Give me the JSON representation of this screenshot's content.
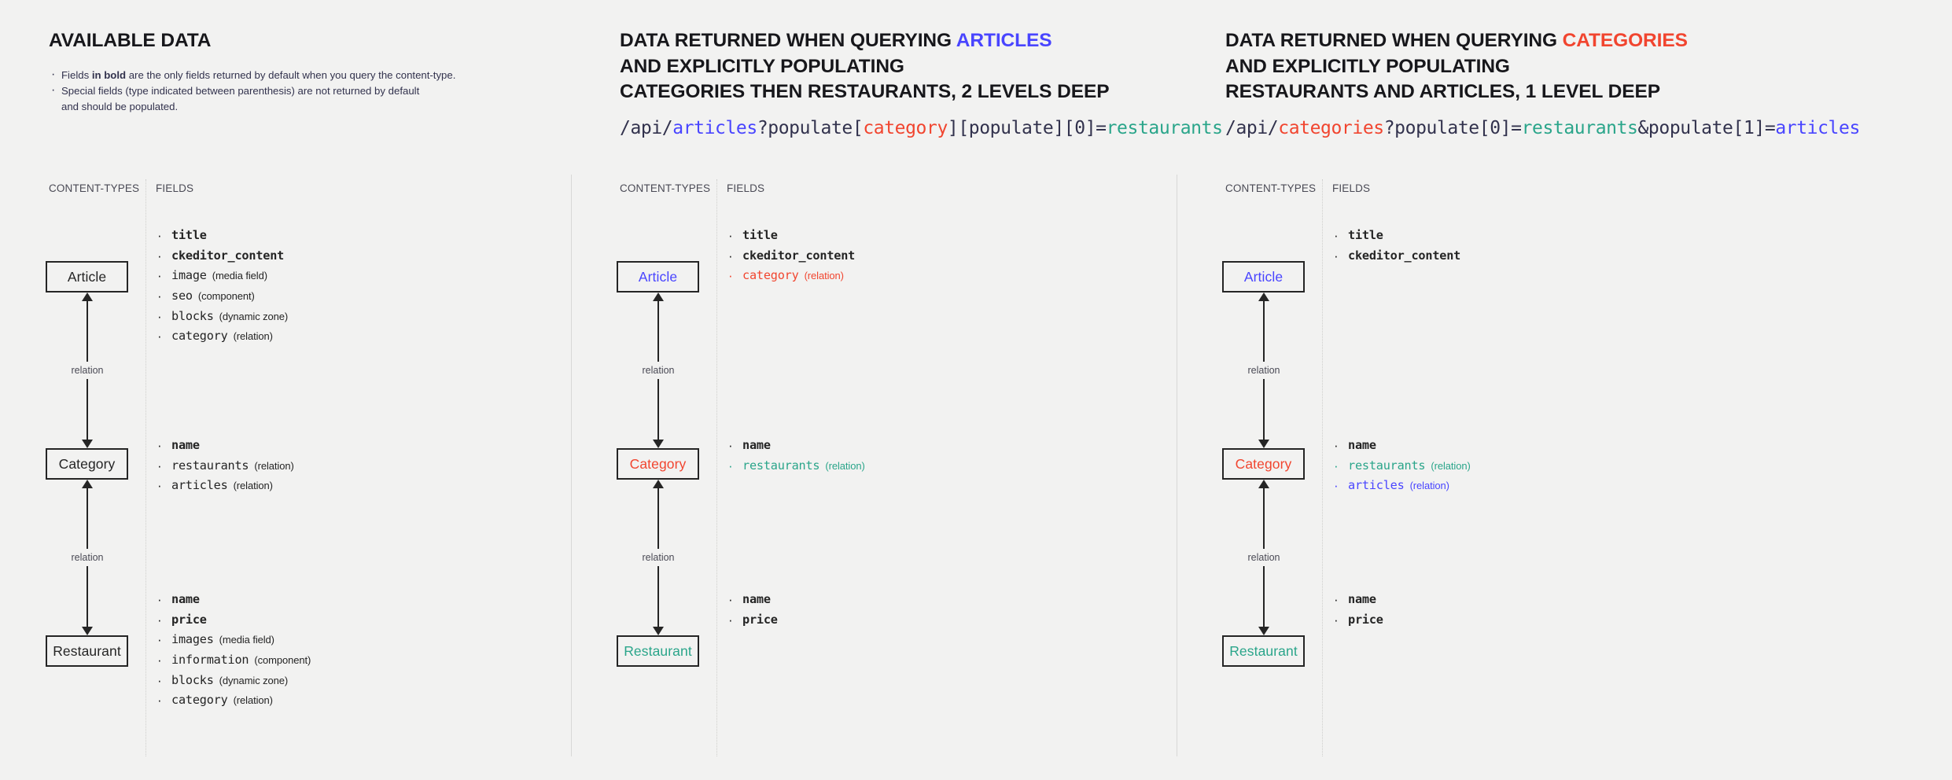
{
  "colors": {
    "background": "#f2f2f1",
    "ink": "#252525",
    "blue": "#4945ff",
    "red": "#f1452f",
    "green": "#2aa58a",
    "muted": "#4a4a55"
  },
  "column_labels": {
    "content_types": "CONTENT-TYPES",
    "fields": "FIELDS"
  },
  "relation_label": "relation",
  "panels": [
    {
      "id": "available-data",
      "heading_lines": [
        [
          {
            "text": "AVAILABLE DATA",
            "color": "default"
          }
        ]
      ],
      "notes": [
        {
          "parts": [
            {
              "text": "Fields ",
              "bold": false
            },
            {
              "text": "in bold",
              "bold": true
            },
            {
              "text": " are the only fields returned by default when you query the content-type.",
              "bold": false
            }
          ]
        },
        {
          "parts": [
            {
              "text": "Special fields (type indicated between parenthesis) are not returned by default",
              "bold": false
            }
          ],
          "continuation": "and should be populated."
        }
      ],
      "api_url": null,
      "nodes": [
        {
          "label": "Article",
          "color": "default"
        },
        {
          "label": "Category",
          "color": "default"
        },
        {
          "label": "Restaurant",
          "color": "default"
        }
      ],
      "field_groups": [
        {
          "for": "Article",
          "fields": [
            {
              "name": "title",
              "type": null,
              "bold": true,
              "color": "default"
            },
            {
              "name": "ckeditor_content",
              "type": null,
              "bold": true,
              "color": "default"
            },
            {
              "name": "image",
              "type": "(media field)",
              "bold": false,
              "color": "default"
            },
            {
              "name": "seo",
              "type": "(component)",
              "bold": false,
              "color": "default"
            },
            {
              "name": "blocks",
              "type": "(dynamic zone)",
              "bold": false,
              "color": "default"
            },
            {
              "name": "category",
              "type": "(relation)",
              "bold": false,
              "color": "default"
            }
          ]
        },
        {
          "for": "Category",
          "fields": [
            {
              "name": "name",
              "type": null,
              "bold": true,
              "color": "default"
            },
            {
              "name": "restaurants",
              "type": "(relation)",
              "bold": false,
              "color": "default"
            },
            {
              "name": "articles",
              "type": "(relation)",
              "bold": false,
              "color": "default"
            }
          ]
        },
        {
          "for": "Restaurant",
          "fields": [
            {
              "name": "name",
              "type": null,
              "bold": true,
              "color": "default"
            },
            {
              "name": "price",
              "type": null,
              "bold": true,
              "color": "default"
            },
            {
              "name": "images",
              "type": "(media field)",
              "bold": false,
              "color": "default"
            },
            {
              "name": "information",
              "type": "(component)",
              "bold": false,
              "color": "default"
            },
            {
              "name": "blocks",
              "type": "(dynamic zone)",
              "bold": false,
              "color": "default"
            },
            {
              "name": "category",
              "type": "(relation)",
              "bold": false,
              "color": "default"
            }
          ]
        }
      ]
    },
    {
      "id": "query-articles",
      "heading_lines": [
        [
          {
            "text": "DATA RETURNED WHEN QUERYING ",
            "color": "default"
          },
          {
            "text": "ARTICLES",
            "color": "blue"
          }
        ],
        [
          {
            "text": "AND EXPLICITLY POPULATING",
            "color": "default"
          }
        ],
        [
          {
            "text": "CATEGORIES THEN RESTAURANTS, 2 LEVELS DEEP",
            "color": "default"
          }
        ]
      ],
      "notes": [],
      "api_url": [
        {
          "text": "/api/",
          "color": "default"
        },
        {
          "text": "articles",
          "color": "blue"
        },
        {
          "text": "?populate[",
          "color": "default"
        },
        {
          "text": "category",
          "color": "red"
        },
        {
          "text": "][populate][0]=",
          "color": "default"
        },
        {
          "text": "restaurants",
          "color": "green"
        }
      ],
      "nodes": [
        {
          "label": "Article",
          "color": "blue"
        },
        {
          "label": "Category",
          "color": "red"
        },
        {
          "label": "Restaurant",
          "color": "green"
        }
      ],
      "field_groups": [
        {
          "for": "Article",
          "fields": [
            {
              "name": "title",
              "type": null,
              "bold": true,
              "color": "default"
            },
            {
              "name": "ckeditor_content",
              "type": null,
              "bold": true,
              "color": "default"
            },
            {
              "name": "category",
              "type": "(relation)",
              "bold": false,
              "color": "red"
            }
          ]
        },
        {
          "for": "Category",
          "fields": [
            {
              "name": "name",
              "type": null,
              "bold": true,
              "color": "default"
            },
            {
              "name": "restaurants",
              "type": "(relation)",
              "bold": false,
              "color": "green"
            }
          ]
        },
        {
          "for": "Restaurant",
          "fields": [
            {
              "name": "name",
              "type": null,
              "bold": true,
              "color": "default"
            },
            {
              "name": "price",
              "type": null,
              "bold": true,
              "color": "default"
            }
          ]
        }
      ]
    },
    {
      "id": "query-categories",
      "heading_lines": [
        [
          {
            "text": "DATA RETURNED WHEN QUERYING ",
            "color": "default"
          },
          {
            "text": "CATEGORIES",
            "color": "red"
          }
        ],
        [
          {
            "text": "AND EXPLICITLY POPULATING",
            "color": "default"
          }
        ],
        [
          {
            "text": "RESTAURANTS AND ARTICLES, 1 LEVEL DEEP",
            "color": "default"
          }
        ]
      ],
      "notes": [],
      "api_url": [
        {
          "text": "/api/",
          "color": "default"
        },
        {
          "text": "categories",
          "color": "red"
        },
        {
          "text": "?populate[0]=",
          "color": "default"
        },
        {
          "text": "restaurants",
          "color": "green"
        },
        {
          "text": "&populate[1]=",
          "color": "default"
        },
        {
          "text": "articles",
          "color": "blue"
        }
      ],
      "nodes": [
        {
          "label": "Article",
          "color": "blue"
        },
        {
          "label": "Category",
          "color": "red"
        },
        {
          "label": "Restaurant",
          "color": "green"
        }
      ],
      "field_groups": [
        {
          "for": "Article",
          "fields": [
            {
              "name": "title",
              "type": null,
              "bold": true,
              "color": "default"
            },
            {
              "name": "ckeditor_content",
              "type": null,
              "bold": true,
              "color": "default"
            }
          ]
        },
        {
          "for": "Category",
          "fields": [
            {
              "name": "name",
              "type": null,
              "bold": true,
              "color": "default"
            },
            {
              "name": "restaurants",
              "type": "(relation)",
              "bold": false,
              "color": "green"
            },
            {
              "name": "articles",
              "type": "(relation)",
              "bold": false,
              "color": "blue"
            }
          ]
        },
        {
          "for": "Restaurant",
          "fields": [
            {
              "name": "name",
              "type": null,
              "bold": true,
              "color": "default"
            },
            {
              "name": "price",
              "type": null,
              "bold": true,
              "color": "default"
            }
          ]
        }
      ]
    }
  ]
}
